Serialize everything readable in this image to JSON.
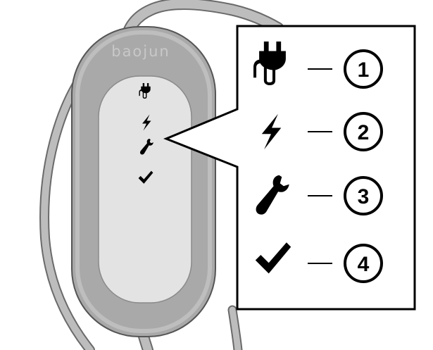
{
  "device": {
    "brand": "baojun",
    "housing_color": "#a9a9a9",
    "panel_color": "#e3e3e3",
    "cable_color": "#bdbdbd",
    "panel_icons": [
      "plug-icon",
      "lightning-icon",
      "wrench-icon",
      "checkmark-icon"
    ]
  },
  "legend": {
    "items": [
      {
        "icon": "plug-icon",
        "number": "1"
      },
      {
        "icon": "lightning-icon",
        "number": "2"
      },
      {
        "icon": "wrench-icon",
        "number": "3"
      },
      {
        "icon": "checkmark-icon",
        "number": "4"
      }
    ]
  }
}
